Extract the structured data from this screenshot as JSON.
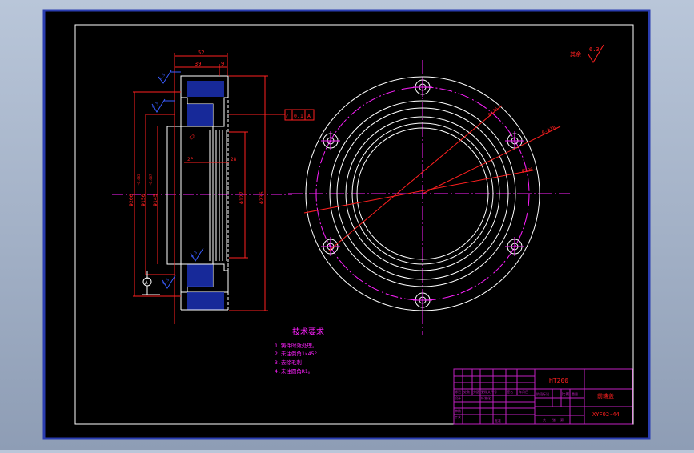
{
  "colors": {
    "background": "#000000",
    "frame": "#2a3db0",
    "line": "#ffffff",
    "dimension": "#ff2020",
    "centerline": "#ff20ff",
    "section_blue": "#3a5cff",
    "title_block": "#c020c0"
  },
  "section_view": {
    "dims_top": [
      "52",
      "39",
      "9"
    ],
    "dims_left": [
      "Φ206",
      "Φ150",
      "Φ145"
    ],
    "dims_left_tol": [
      "-0.085",
      "-0.067"
    ],
    "dims_right": [
      "Φ127",
      "Φ236"
    ],
    "thread_labels": [
      "2P",
      "28"
    ],
    "chamfer_label": "C2",
    "roughness_values": [
      "6.3",
      "6.3",
      "6.3",
      "6.3"
    ],
    "datum_label": "A"
  },
  "tolerance_frame": {
    "symbol": "⫽",
    "value": "0.1",
    "datum": "A"
  },
  "roughness_note": {
    "prefix": "其余",
    "value": "6.3"
  },
  "front_view": {
    "diameter_labels": [
      "Φ175",
      "Φ206"
    ],
    "holes_label": "6-Φ18"
  },
  "tech_requirements": {
    "title": "技术要求",
    "items": [
      "1.铸件时效处理。",
      "2.未注倒角1×45°",
      "3.去除毛刺",
      "4.未注圆角R1。"
    ]
  },
  "title_block": {
    "material": "HT200",
    "part_name": "前端盖",
    "drawing_no": "XYF02-44",
    "scale_header": "比例",
    "small_cells": [
      "标记",
      "处数",
      "分区",
      "更改文件号",
      "签名",
      "年月日",
      "设计",
      "标准化",
      "阶段标记",
      "重量",
      "审核",
      "工艺",
      "批准",
      "共",
      "张",
      "第"
    ]
  }
}
